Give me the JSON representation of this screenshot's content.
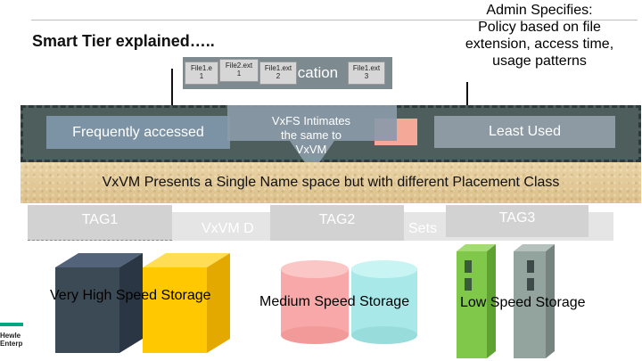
{
  "title": "Smart Tier explained…..",
  "admin_note": [
    "Admin Specifies:",
    "Policy based on file",
    "extension, access time,",
    "usage patterns"
  ],
  "application_label": "ication",
  "files": [
    {
      "line1": "File1.e",
      "line2": "1"
    },
    {
      "line1": "File2.ext",
      "line2": "1"
    },
    {
      "line1": "File1.ext",
      "line2": "2"
    },
    {
      "line1": "File1.ext",
      "line2": "3"
    }
  ],
  "frequently_accessed": "Frequently accessed",
  "vxfs_note": [
    "VxFS Intimates",
    "the same to",
    "VxVM"
  ],
  "least_used": "Least Used",
  "namespace_text": "VxVM Presents a Single Name space but with different Placement Class",
  "volume_sets_left": "VxVM D",
  "volume_sets_right": "Sets",
  "tags": [
    "TAG1",
    "TAG2",
    "TAG3"
  ],
  "storage": [
    "Very High Speed Storage",
    "Medium Speed Storage",
    "Low Speed Storage"
  ],
  "logo_lines": [
    "Hewle",
    "Enterp"
  ],
  "colors": {
    "band": "#4d5e5c",
    "dark_blue_box": "#3c4a56",
    "yellow_box": "#ffc800",
    "cylinder": "#f8a8a8",
    "cyan_cylinder": "#a8e8e8",
    "green_server": "#7fc84a",
    "grey_server": "#93a39e"
  }
}
